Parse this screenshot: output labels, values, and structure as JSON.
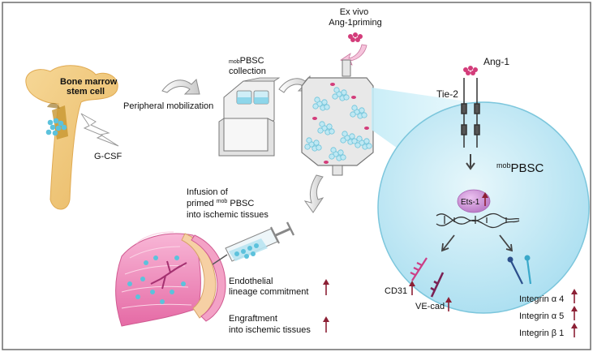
{
  "labels": {
    "bone_marrow": [
      "Bone marrow",
      "stem cell"
    ],
    "gcsf": "G-CSF",
    "peripheral": "Peripheral mobilization",
    "collection_sup": "mob",
    "collection_main": "PBSC",
    "collection_line2": "collection",
    "exvivo": [
      "Ex vivo",
      "Ang-1priming"
    ],
    "ang1": "Ang-1",
    "tie2": "Tie-2",
    "cell_sup": "mob",
    "cell_main": "PBSC",
    "ets1": "Ets-1",
    "infusion_line1": "Infusion of",
    "infusion_line2_pre": "primed ",
    "infusion_line2_sup": "mob",
    "infusion_line2_post": " PBSC",
    "infusion_line3": "into ischemic tissues",
    "endothelial": [
      "Endothelial",
      "lineage commitment"
    ],
    "engraftment": [
      "Engraftment",
      "into ischemic tissues"
    ],
    "cd31": "CD31",
    "vecad": "VE-cad",
    "integrin_a4": "Integrin α 4",
    "integrin_a5": "Integrin α 5",
    "integrin_b1": "Integrin β 1"
  },
  "colors": {
    "bone": "#f3cd82",
    "cell_blue": "#bfe8f3",
    "cell_stroke": "#6cc3da",
    "stem_dot": "#5cc2dc",
    "up_arrow": "#8c2035",
    "ets": "#c987cf",
    "tissue_pink": "#ef87b8",
    "ang_pink": "#d33c7a"
  }
}
